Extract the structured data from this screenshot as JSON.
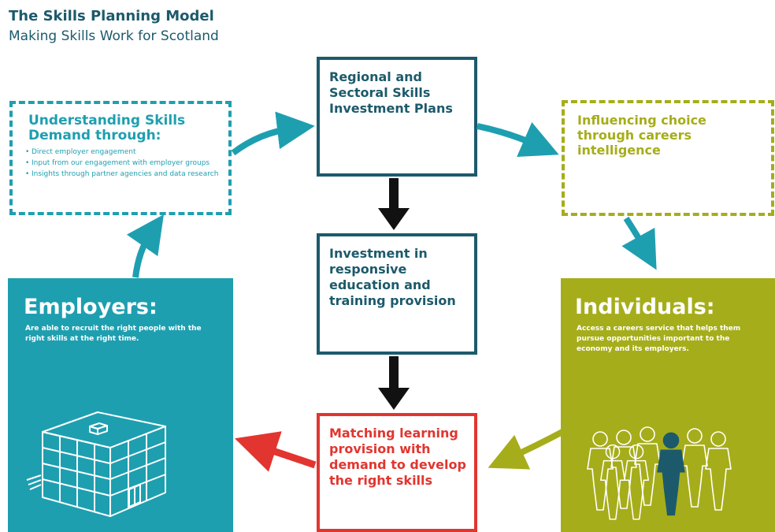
{
  "header": {
    "title": "The Skills Planning Model",
    "subtitle": "Making Skills Work for Scotland"
  },
  "understanding": {
    "heading": "Understanding Skills Demand through:",
    "items": [
      "Direct employer engagement",
      "Input from our engagement with employer groups",
      "Insights through partner agencies and data research"
    ]
  },
  "regional": {
    "text": "Regional and Sectoral Skills Investment Plans"
  },
  "influencing": {
    "text": "Influencing choice through careers intelligence"
  },
  "investment": {
    "text": "Investment in responsive education and training provision"
  },
  "matching": {
    "text": "Matching learning provision with demand to develop the right skills"
  },
  "employers": {
    "heading": "Employers:",
    "description": "Are able to recruit the right people with the right skills at the right time."
  },
  "individuals": {
    "heading": "Individuals:",
    "description": "Access a careers service that helps them pursue opportunities important to the economy and its employers."
  },
  "colors": {
    "teal": "#1e9fb0",
    "dark_teal": "#1c5a6b",
    "olive": "#a6ad1a",
    "red": "#e2352f",
    "black": "#111111"
  },
  "icons": [
    "building-illustration",
    "people-group-illustration"
  ]
}
